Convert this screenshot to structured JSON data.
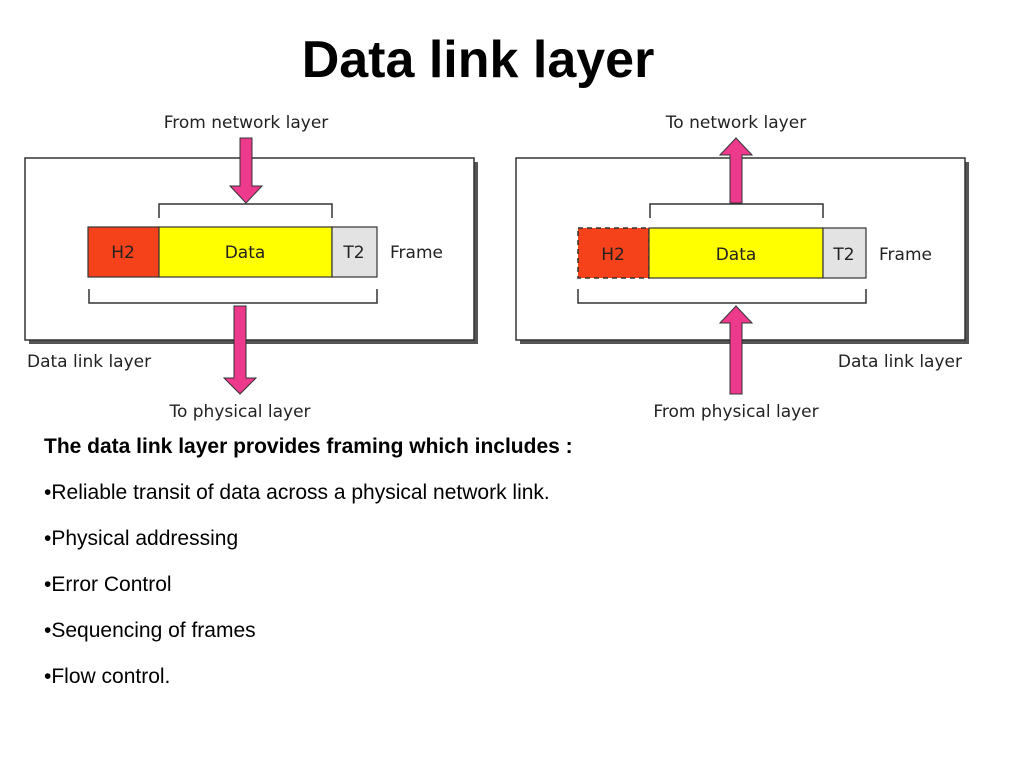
{
  "title": "Data link layer",
  "diagram": {
    "left": {
      "top_label": "From network layer",
      "bottom_label": "To physical layer",
      "box_label": "Data link layer",
      "frame_label": "Frame",
      "cells": {
        "header": "H2",
        "data": "Data",
        "trailer": "T2"
      }
    },
    "right": {
      "top_label": "To network layer",
      "bottom_label": "From physical layer",
      "box_label": "Data link layer",
      "frame_label": "Frame",
      "cells": {
        "header": "H2",
        "data": "Data",
        "trailer": "T2"
      }
    },
    "colors": {
      "header": "#f5421a",
      "data": "#ffff00",
      "trailer": "#e3e3e3",
      "arrow": "#ee3a8c"
    }
  },
  "body": {
    "lead": "The data link layer provides framing which includes :",
    "items": [
      "•Reliable transit of data across a physical network link.",
      "•Physical addressing",
      "•Error Control",
      "•Sequencing of frames",
      "•Flow control."
    ]
  }
}
